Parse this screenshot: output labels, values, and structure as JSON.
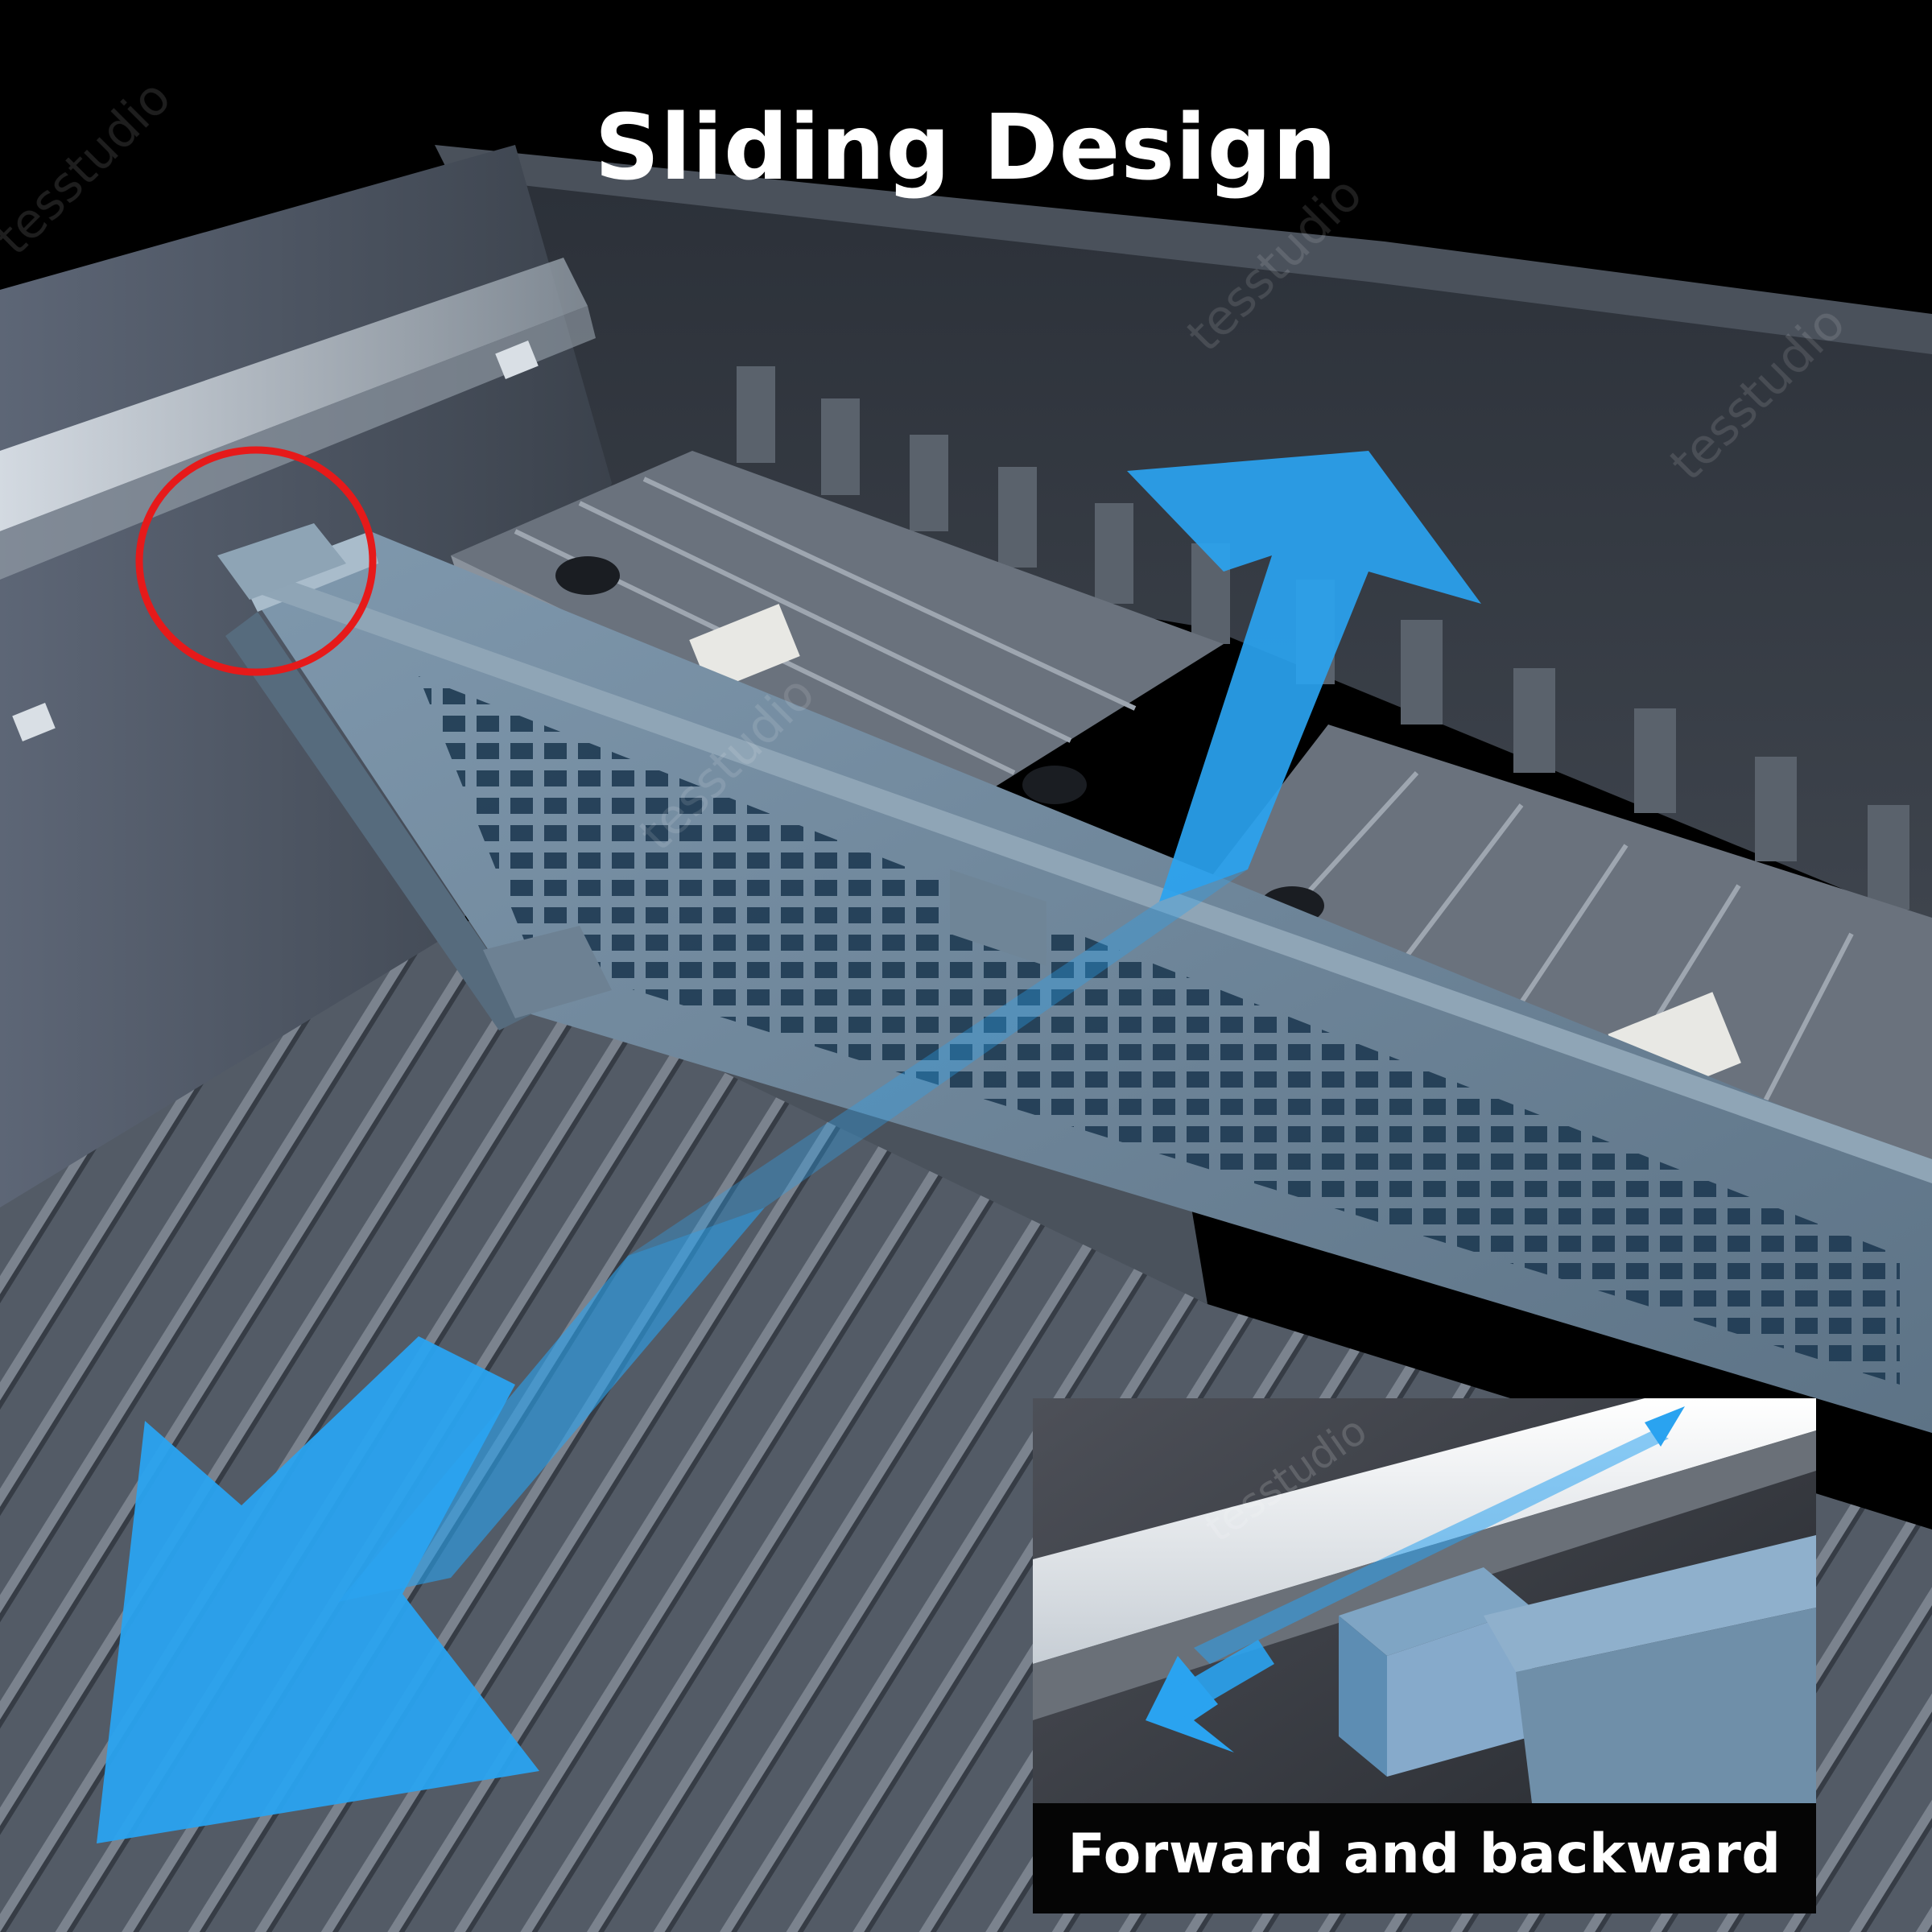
{
  "headline": "Sliding Design",
  "inset": {
    "caption": "Forward and backward"
  },
  "watermark": "tesstudio",
  "colors": {
    "arrow": "#2aa3f0",
    "highlight_ring": "#e61a1a",
    "background": "#000000",
    "caption_text": "#ffffff"
  },
  "icons": {
    "main_arrow": "double-headed-arrow-icon",
    "inset_arrow": "double-headed-arrow-icon",
    "highlight": "red-circle-icon"
  }
}
